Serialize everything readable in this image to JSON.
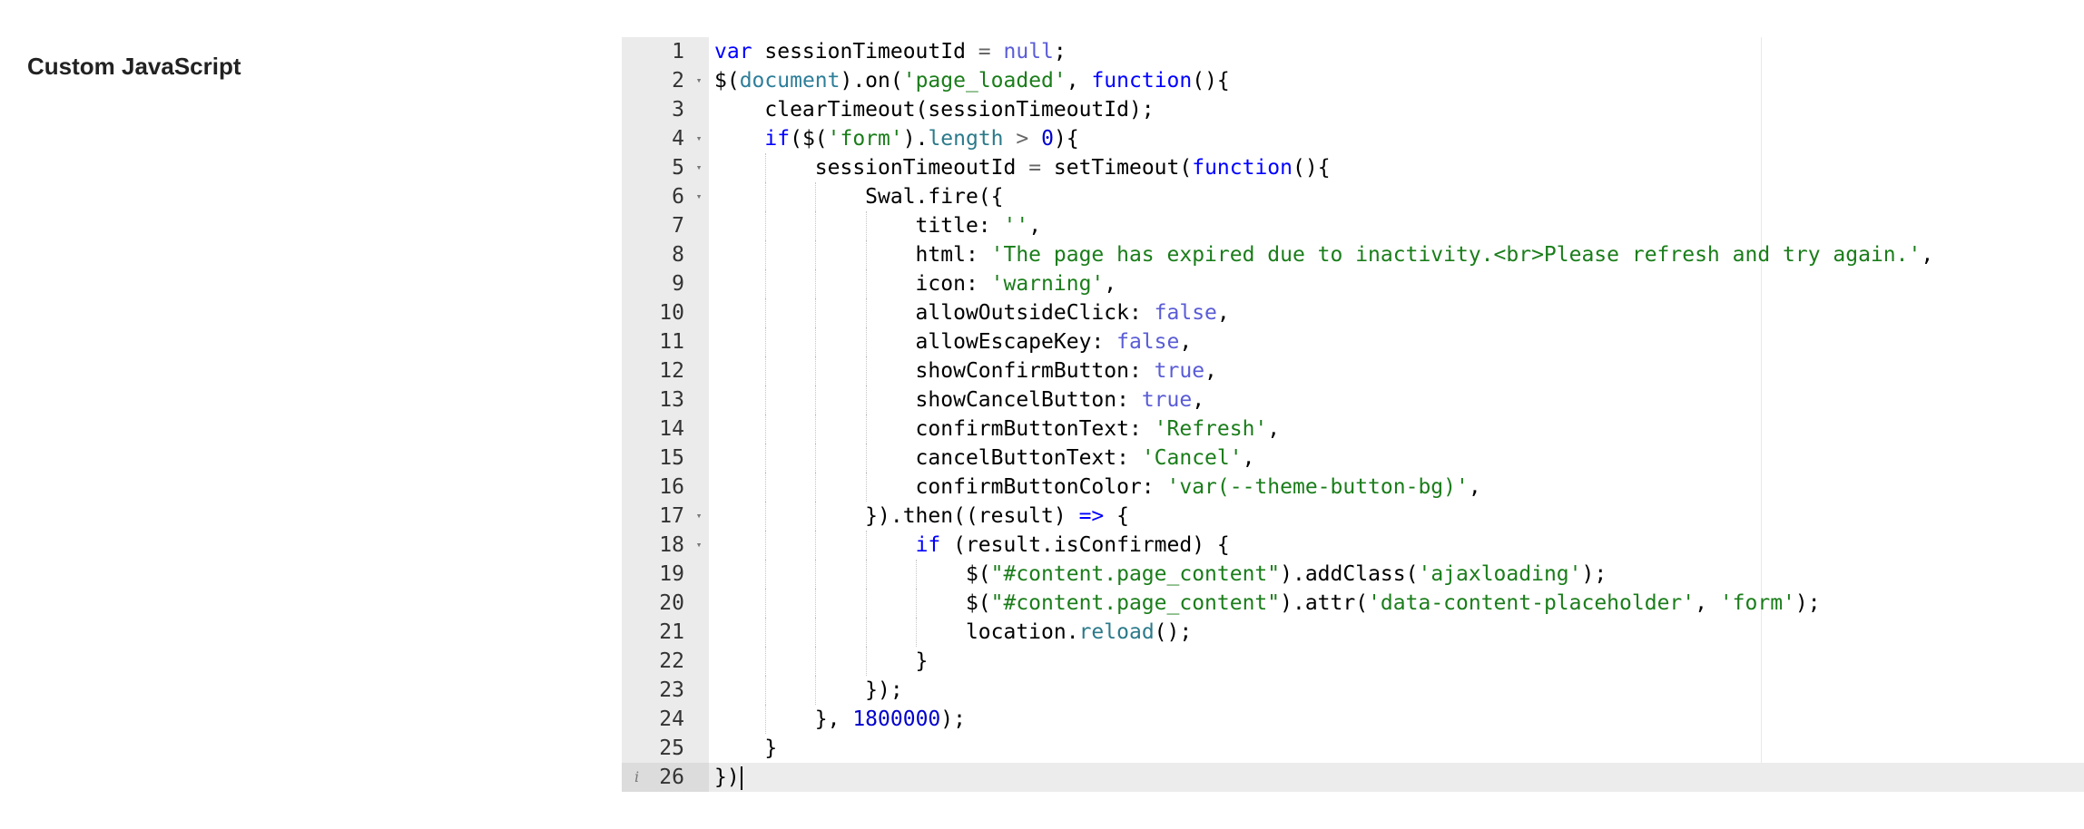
{
  "section": {
    "label": "Custom JavaScript"
  },
  "editor": {
    "active_line": 26,
    "info_icon_glyph": "i",
    "lines": [
      {
        "n": "1",
        "fold": false,
        "guides": 0,
        "tokens": [
          [
            "keyword",
            "var"
          ],
          [
            "plain",
            " sessionTimeoutId "
          ],
          [
            "operator",
            "="
          ],
          [
            "plain",
            " "
          ],
          [
            "constant",
            "null"
          ],
          [
            "plain",
            ";"
          ]
        ]
      },
      {
        "n": "2",
        "fold": true,
        "guides": 0,
        "tokens": [
          [
            "plain",
            "$("
          ],
          [
            "support",
            "document"
          ],
          [
            "plain",
            ").on("
          ],
          [
            "string",
            "'page_loaded'"
          ],
          [
            "plain",
            ", "
          ],
          [
            "keyword",
            "function"
          ],
          [
            "plain",
            "(){"
          ]
        ]
      },
      {
        "n": "3",
        "fold": false,
        "guides": 0,
        "tokens": [
          [
            "plain",
            "    clearTimeout(sessionTimeoutId);"
          ]
        ]
      },
      {
        "n": "4",
        "fold": true,
        "guides": 0,
        "tokens": [
          [
            "plain",
            "    "
          ],
          [
            "keyword",
            "if"
          ],
          [
            "plain",
            "($("
          ],
          [
            "string",
            "'form'"
          ],
          [
            "plain",
            ")."
          ],
          [
            "property",
            "length"
          ],
          [
            "plain",
            " "
          ],
          [
            "operator",
            ">"
          ],
          [
            "plain",
            " "
          ],
          [
            "numeric",
            "0"
          ],
          [
            "plain",
            "){"
          ]
        ]
      },
      {
        "n": "5",
        "fold": true,
        "guides": 1,
        "tokens": [
          [
            "plain",
            "        sessionTimeoutId "
          ],
          [
            "operator",
            "="
          ],
          [
            "plain",
            " setTimeout("
          ],
          [
            "keyword",
            "function"
          ],
          [
            "plain",
            "(){"
          ]
        ]
      },
      {
        "n": "6",
        "fold": true,
        "guides": 2,
        "tokens": [
          [
            "plain",
            "            Swal.fire({"
          ]
        ]
      },
      {
        "n": "7",
        "fold": false,
        "guides": 3,
        "tokens": [
          [
            "plain",
            "                title: "
          ],
          [
            "string",
            "''"
          ],
          [
            "plain",
            ","
          ]
        ]
      },
      {
        "n": "8",
        "fold": false,
        "guides": 3,
        "tokens": [
          [
            "plain",
            "                html: "
          ],
          [
            "string",
            "'The page has expired due to inactivity.<br>Please refresh and try again.'"
          ],
          [
            "plain",
            ","
          ]
        ]
      },
      {
        "n": "9",
        "fold": false,
        "guides": 3,
        "tokens": [
          [
            "plain",
            "                icon: "
          ],
          [
            "string",
            "'warning'"
          ],
          [
            "plain",
            ","
          ]
        ]
      },
      {
        "n": "10",
        "fold": false,
        "guides": 3,
        "tokens": [
          [
            "plain",
            "                allowOutsideClick: "
          ],
          [
            "constant",
            "false"
          ],
          [
            "plain",
            ","
          ]
        ]
      },
      {
        "n": "11",
        "fold": false,
        "guides": 3,
        "tokens": [
          [
            "plain",
            "                allowEscapeKey: "
          ],
          [
            "constant",
            "false"
          ],
          [
            "plain",
            ","
          ]
        ]
      },
      {
        "n": "12",
        "fold": false,
        "guides": 3,
        "tokens": [
          [
            "plain",
            "                showConfirmButton: "
          ],
          [
            "constant",
            "true"
          ],
          [
            "plain",
            ","
          ]
        ]
      },
      {
        "n": "13",
        "fold": false,
        "guides": 3,
        "tokens": [
          [
            "plain",
            "                showCancelButton: "
          ],
          [
            "constant",
            "true"
          ],
          [
            "plain",
            ","
          ]
        ]
      },
      {
        "n": "14",
        "fold": false,
        "guides": 3,
        "tokens": [
          [
            "plain",
            "                confirmButtonText: "
          ],
          [
            "string",
            "'Refresh'"
          ],
          [
            "plain",
            ","
          ]
        ]
      },
      {
        "n": "15",
        "fold": false,
        "guides": 3,
        "tokens": [
          [
            "plain",
            "                cancelButtonText: "
          ],
          [
            "string",
            "'Cancel'"
          ],
          [
            "plain",
            ","
          ]
        ]
      },
      {
        "n": "16",
        "fold": false,
        "guides": 3,
        "tokens": [
          [
            "plain",
            "                confirmButtonColor: "
          ],
          [
            "string",
            "'var(--theme-button-bg)'"
          ],
          [
            "plain",
            ","
          ]
        ]
      },
      {
        "n": "17",
        "fold": true,
        "guides": 2,
        "tokens": [
          [
            "plain",
            "            }).then((result) "
          ],
          [
            "keyword",
            "=>"
          ],
          [
            "plain",
            " {"
          ]
        ]
      },
      {
        "n": "18",
        "fold": true,
        "guides": 3,
        "tokens": [
          [
            "plain",
            "                "
          ],
          [
            "keyword",
            "if"
          ],
          [
            "plain",
            " (result.isConfirmed) {"
          ]
        ]
      },
      {
        "n": "19",
        "fold": false,
        "guides": 4,
        "tokens": [
          [
            "plain",
            "                    $("
          ],
          [
            "string",
            "\"#content.page_content\""
          ],
          [
            "plain",
            ").addClass("
          ],
          [
            "string",
            "'ajaxloading'"
          ],
          [
            "plain",
            ");"
          ]
        ]
      },
      {
        "n": "20",
        "fold": false,
        "guides": 4,
        "tokens": [
          [
            "plain",
            "                    $("
          ],
          [
            "string",
            "\"#content.page_content\""
          ],
          [
            "plain",
            ").attr("
          ],
          [
            "string",
            "'data-content-placeholder'"
          ],
          [
            "plain",
            ", "
          ],
          [
            "string",
            "'form'"
          ],
          [
            "plain",
            ");"
          ]
        ]
      },
      {
        "n": "21",
        "fold": false,
        "guides": 4,
        "tokens": [
          [
            "plain",
            "                    location."
          ],
          [
            "property",
            "reload"
          ],
          [
            "plain",
            "();"
          ]
        ]
      },
      {
        "n": "22",
        "fold": false,
        "guides": 3,
        "tokens": [
          [
            "plain",
            "                }"
          ]
        ]
      },
      {
        "n": "23",
        "fold": false,
        "guides": 2,
        "tokens": [
          [
            "plain",
            "            });"
          ]
        ]
      },
      {
        "n": "24",
        "fold": false,
        "guides": 1,
        "tokens": [
          [
            "plain",
            "        }, "
          ],
          [
            "numeric",
            "1800000"
          ],
          [
            "plain",
            ");"
          ]
        ]
      },
      {
        "n": "25",
        "fold": false,
        "guides": 0,
        "tokens": [
          [
            "plain",
            "    }"
          ]
        ]
      },
      {
        "n": "26",
        "fold": false,
        "guides": 0,
        "tokens": [
          [
            "plain",
            "})"
          ]
        ]
      }
    ]
  }
}
